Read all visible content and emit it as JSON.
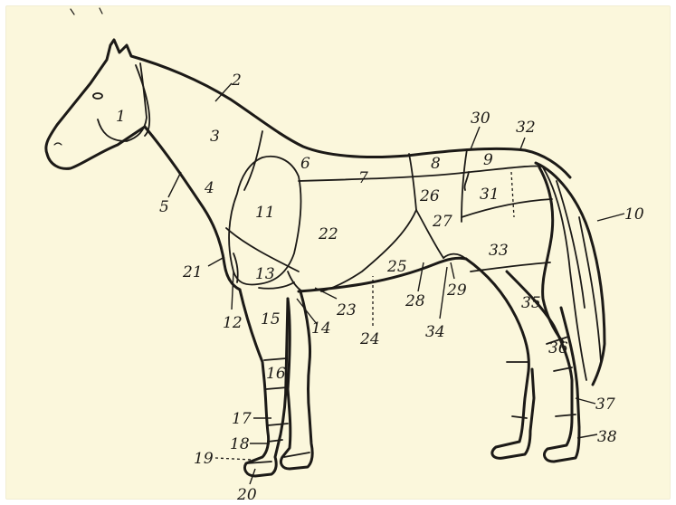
{
  "colors": {
    "paper": "#fbf7dc",
    "ink": "#1c1a17"
  },
  "diagram": {
    "labels": [
      "1",
      "2",
      "3",
      "4",
      "5",
      "6",
      "7",
      "8",
      "9",
      "10",
      "11",
      "12",
      "13",
      "14",
      "15",
      "16",
      "17",
      "18",
      "19",
      "20",
      "21",
      "22",
      "23",
      "24",
      "25",
      "26",
      "27",
      "28",
      "29",
      "30",
      "31",
      "32",
      "33",
      "34",
      "35",
      "36",
      "37",
      "38"
    ]
  }
}
